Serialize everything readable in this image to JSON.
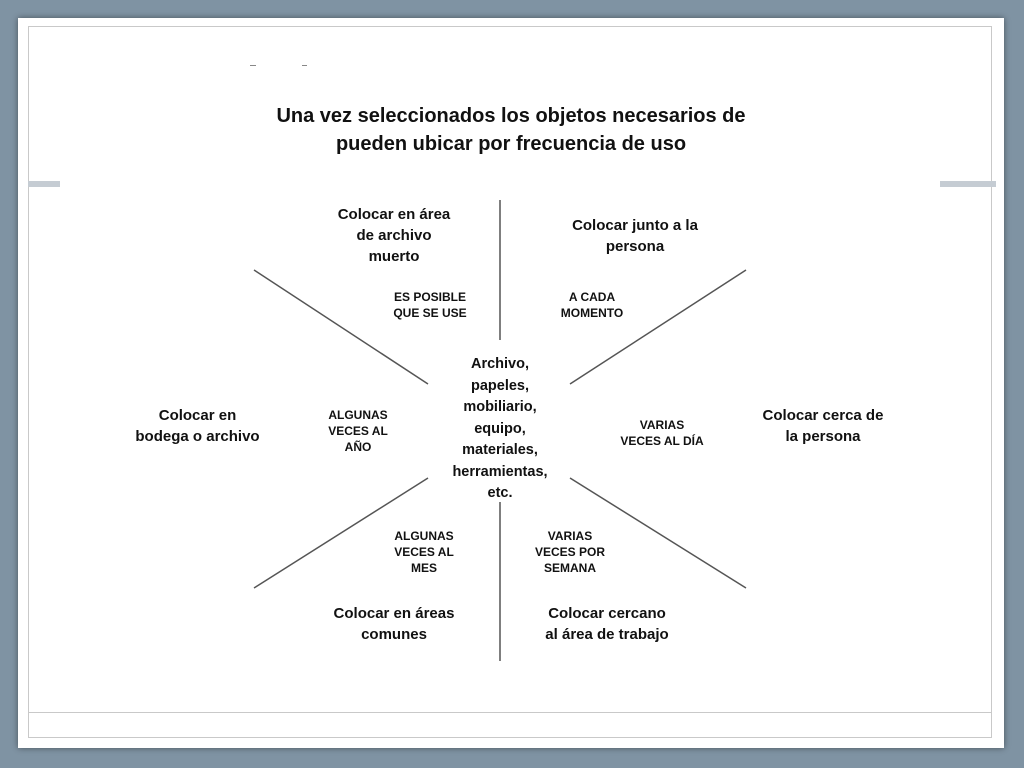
{
  "title": {
    "line1": "Una vez seleccionados los objetos necesarios de",
    "line2": "pueden ubicar por frecuencia de uso"
  },
  "center": {
    "lines": [
      "Archivo,",
      "papeles,",
      "mobiliario,",
      "equipo,",
      "materiales,",
      "herramientas,",
      "etc."
    ]
  },
  "actions": {
    "top_left": [
      "Colocar en área",
      "de archivo",
      "muerto"
    ],
    "top_right": [
      "Colocar junto a la",
      "persona"
    ],
    "left": [
      "Colocar en",
      "bodega o archivo"
    ],
    "right": [
      "Colocar cerca de",
      "la persona"
    ],
    "bottom_left": [
      "Colocar en áreas",
      "comunes"
    ],
    "bottom_right": [
      "Colocar cercano",
      "al área de trabajo"
    ]
  },
  "frequencies": {
    "top_left": [
      "ES POSIBLE",
      "QUE SE USE"
    ],
    "top_right": [
      "A CADA",
      "MOMENTO"
    ],
    "left": [
      "ALGUNAS",
      "VECES AL",
      "AÑO"
    ],
    "right": [
      "VARIAS",
      "VECES AL DÍA"
    ],
    "bottom_left": [
      "ALGUNAS",
      "VECES AL",
      "MES"
    ],
    "bottom_right": [
      "VARIAS",
      "VECES POR",
      "SEMANA"
    ]
  }
}
